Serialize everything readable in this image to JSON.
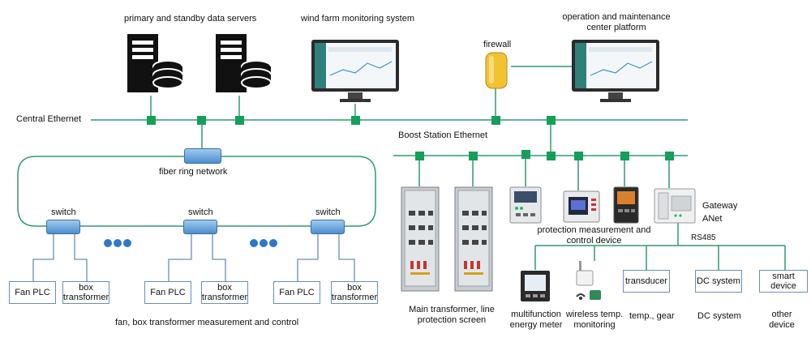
{
  "labels": {
    "servers": "primary and standby data servers",
    "wind_farm": "wind farm monitoring system",
    "om_center": "operation and maintenance center platform",
    "firewall": "firewall",
    "central_ethernet": "Central Ethernet",
    "boost_ethernet": "Boost Station Ethernet",
    "fiber_ring": "fiber ring network",
    "switch_1": "switch",
    "switch_2": "switch",
    "switch_3": "switch",
    "fan_plc_1": "Fan PLC",
    "fan_plc_2": "Fan PLC",
    "fan_plc_3": "Fan PLC",
    "box_transformer_1": "box transformer",
    "box_transformer_2": "box transformer",
    "box_transformer_3": "box transformer",
    "fan_box_measurement": "fan, box transformer measurement and control",
    "main_transformer": "Main transformer, line protection screen",
    "protection_device": "protection measurement and control device",
    "gateway": "Gateway",
    "anet": "ANet",
    "rs485": "RS485",
    "transducer": "transducer",
    "dc_system_box": "DC system",
    "smart_device": "smart device",
    "energy_meter": "multifunction energy meter",
    "wireless_temp": "wireless temp. monitoring",
    "temp_gear": "temp., gear",
    "dc_system": "DC system",
    "other_device": "other device"
  },
  "colors": {
    "network_line": "#2e9b6e",
    "node": "#14a05a",
    "box_border": "#6a8fb5",
    "switch": "#4d8fcf",
    "firewall": "#f2c232"
  },
  "icons": [
    "server-icon",
    "monitor-icon",
    "firewall-icon",
    "switch-icon",
    "cabinet-icon",
    "relay-icon",
    "meter-icon",
    "gateway-icon",
    "sensor-icon"
  ]
}
